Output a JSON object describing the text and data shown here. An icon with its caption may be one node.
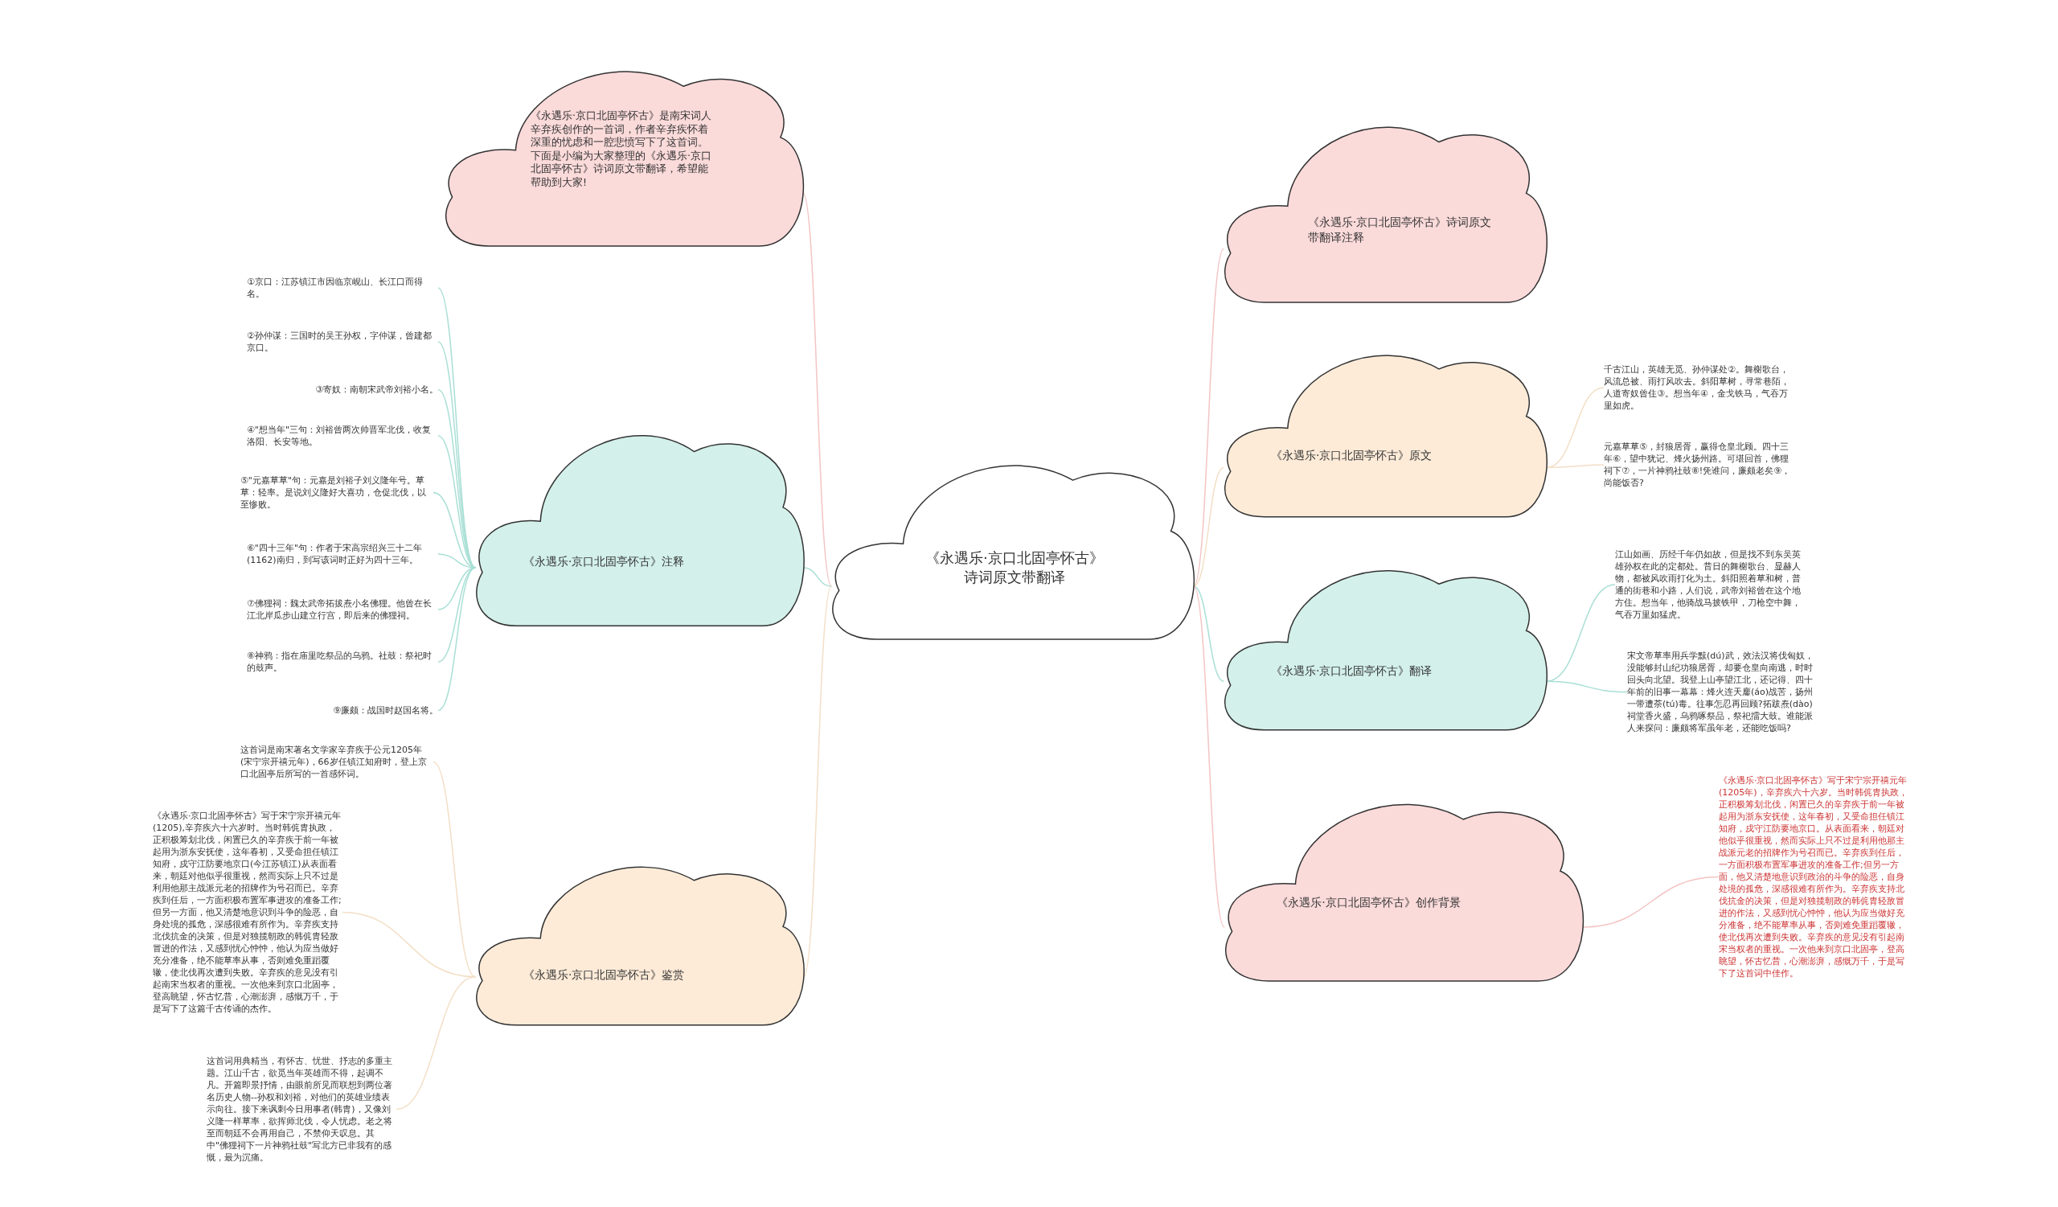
{
  "diagram": {
    "nodes": [
      {
        "text": [
          "《永遇乐·京口北固亭怀古》诗词原文带翻译"
        ]
      },
      {
        "text": [
          "《永遇乐·京口北固亭怀古》是南宋词人辛弃疾创作的一首词，作者辛弃疾怀着深重的忧虑和一腔悲愤写下了这首词。下面是小编为大家整理的《永遇乐·京口北固亭怀古》诗词原文带翻译，希望能帮助到大家!"
        ]
      },
      {
        "text": [
          "《永遇乐·京口北固亭怀古》注释"
        ]
      },
      {
        "text": [
          "①京口：江苏镇江市因临京岘山、长江口而得名。"
        ]
      },
      {
        "text": [
          "②孙仲谋：三国时的吴王孙权，字仲谋，曾建都京口。"
        ]
      },
      {
        "text": [
          "③寄奴：南朝宋武帝刘裕小名。"
        ]
      },
      {
        "text": [
          "④\"想当年\"三句：刘裕曾两次帅晋军北伐，收复洛阳、长安等地。"
        ]
      },
      {
        "text": [
          "⑤\"元嘉草草\"句：元嘉是刘裕子刘义隆年号。草草：轻率。是说刘义隆好大喜功，仓促北伐，以至惨败。"
        ]
      },
      {
        "text": [
          "⑥\"四十三年\"句：作者于宋高宗绍兴三十二年(1162)南归，到写该词时正好为四十三年。"
        ]
      },
      {
        "text": [
          "⑦佛狸祠：魏太武帝拓拔焘小名佛狸。他曾在长江北岸瓜步山建立行宫，即后来的佛狸祠。"
        ]
      },
      {
        "text": [
          "⑧神鸦：指在庙里吃祭品的乌鸦。社鼓：祭祀时的鼓声。"
        ]
      },
      {
        "text": [
          "⑨廉颇：战国时赵国名将。"
        ]
      },
      {
        "text": [
          "《永遇乐·京口北固亭怀古》鉴赏"
        ]
      },
      {
        "text": [
          "这首词是南宋著名文学家辛弃疾于公元1205年(宋宁宗开禧元年)，66岁任镇江知府时，登上京口北固亭后所写的一首感怀词。"
        ]
      },
      {
        "text": [
          "《永遇乐·京口北固亭怀古》写于宋宁宗开禧元年(1205),辛弃疾六十六岁时。当时韩侂胄执政，正积极筹划北伐，闲置已久的辛弃疾于前一年被起用为浙东安抚使，这年春初，又受命担任镇江知府，戍守江防要地京口(今江苏镇江)从表面看来，朝廷对他似乎很重视，然而实际上只不过是利用他那主战派元老的招牌作为号召而已。辛弃疾到任后，一方面积极布置军事进攻的准备工作;但另一方面，他又清楚地意识到斗争的险恶，自身处境的孤危，深感很难有所作为。辛弃疾支持北伐抗金的决策，但是对独揽朝政的韩侂胄轻敌冒进的作法，又感到忧心忡忡，他认为应当做好充分准备，绝不能草率从事，否则难免重蹈覆辙，使北伐再次遭到失败。辛弃疾的意见没有引起南宋当权者的重视。一次他来到京口北固亭，登高眺望，怀古忆昔，心潮澎湃，感慨万千，于是写下了这篇千古传诵的杰作。"
        ]
      },
      {
        "text": [
          "这首词用典精当，有怀古、忧世、抒志的多重主题。江山千古，欲觅当年英雄而不得，起调不凡。开篇即景抒情，由眼前所见而联想到两位著名历史人物--孙权和刘裕，对他们的英雄业绩表示向往。接下来讽刺今日用事者(韩胄)，又像刘义隆一样草率，欲挥师北伐，令人忧虑。老之将至而朝廷不会再用自己，不禁仰天叹息。其中\"佛狸祠下一片神鸦社鼓\"写北方已非我有的感慨，最为沉痛。"
        ]
      },
      {
        "text": [
          "《永遇乐·京口北固亭怀古》诗词原文带翻译注释"
        ]
      },
      {
        "text": [
          "《永遇乐·京口北固亭怀古》原文"
        ]
      },
      {
        "text": [
          "千古江山，英雄无觅、孙仲谋处②。舞榭歌台，风流总被、雨打风吹去。斜阳草树，寻常巷陌，人道寄奴曾住③。想当年④，金戈铁马，气吞万里如虎。"
        ]
      },
      {
        "text": [
          "元嘉草草⑤，封狼居胥，赢得仓皇北顾。四十三年⑥，望中犹记、烽火扬州路。可堪回首，佛狸祠下⑦，一片神鸦社鼓⑧!凭谁问，廉颇老矣⑨，尚能饭否?"
        ]
      },
      {
        "text": [
          "《永遇乐·京口北固亭怀古》翻译"
        ]
      },
      {
        "text": [
          "江山如画、历经千年仍如故，但是找不到东吴英雄孙权在此的定都处。昔日的舞榭歌台、显赫人物，都被风吹雨打化为土。斜阳照着草和树，普通的街巷和小路，人们说，武帝刘裕曾在这个地方住。想当年，他骑战马披铁甲，刀枪空中舞，气吞万里如猛虎。"
        ]
      },
      {
        "text": [
          "宋文帝草率用兵学黩(dú)武，效法汉将伐匈奴，没能够封山纪功狼居胥，却要仓皇向南逃，时时回头向北望。我登上山亭望江北，还记得、四十年前的旧事一幕幕：烽火连天鏖(áo)战苦，扬州一带遭荼(tú)毒。往事怎忍再回顾?拓跋焘(dào)祠堂香火盛，乌鸦啄祭品，祭祀擂大鼓。谁能派人来探问：廉颇将军虽年老，还能吃饭吗?"
        ]
      },
      {
        "text": [
          "《永遇乐·京口北固亭怀古》创作背景"
        ]
      },
      {
        "text": [
          "《永遇乐·京口北固亭怀古》写于宋宁宗开禧元年(1205年)，辛弃疾六十六岁。当时韩侂胄执政，正积极筹划北伐，闲置已久的辛弃疾于前一年被起用为浙东安抚使，这年春初，又受命担任镇江知府，戍守江防要地京口。从表面看来，朝廷对他似乎很重视，然而实际上只不过是利用他那主战派元老的招牌作为号召而已。辛弃疾到任后，一方面积极布置军事进攻的准备工作;但另一方面，他又清楚地意识到政治的斗争的险恶，自身处境的孤危，深感很难有所作为。辛弃疾支持北伐抗金的决策，但是对独揽朝政的韩侂胄轻敌冒进的作法，又感到忧心忡忡，他认为应当做好充分准备，绝不能草率从事，否则难免重蹈覆辙，使北伐再次遭到失败。辛弃疾的意见没有引起南宋当权者的重视。一次他来到京口北固亭，登高眺望，怀古忆昔，心潮澎湃，感慨万千，于是写下了这首词中佳作。"
        ]
      }
    ],
    "edges": [
      {
        "from": 0,
        "to": 1,
        "arrow": "none",
        "color": "#f4c4c4"
      },
      {
        "from": 0,
        "to": 2,
        "arrow": "none",
        "color": "#a9dfd5"
      },
      {
        "from": 0,
        "to": 12,
        "arrow": "none",
        "color": "#f3dfc6"
      },
      {
        "from": 0,
        "to": 16,
        "arrow": "none",
        "color": "#f4c4c4"
      },
      {
        "from": 0,
        "to": 17,
        "arrow": "none",
        "color": "#f3dfc6"
      },
      {
        "from": 0,
        "to": 20,
        "arrow": "none",
        "color": "#a9dfd5"
      },
      {
        "from": 0,
        "to": 23,
        "arrow": "none",
        "color": "#f4c4c4"
      },
      {
        "from": 2,
        "to": 3,
        "arrow": "none",
        "color": "#a9dfd5"
      },
      {
        "from": 2,
        "to": 4,
        "arrow": "none",
        "color": "#a9dfd5"
      },
      {
        "from": 2,
        "to": 5,
        "arrow": "none",
        "color": "#a9dfd5"
      },
      {
        "from": 2,
        "to": 6,
        "arrow": "none",
        "color": "#a9dfd5"
      },
      {
        "from": 2,
        "to": 7,
        "arrow": "none",
        "color": "#a9dfd5"
      },
      {
        "from": 2,
        "to": 8,
        "arrow": "none",
        "color": "#a9dfd5"
      },
      {
        "from": 2,
        "to": 9,
        "arrow": "none",
        "color": "#a9dfd5"
      },
      {
        "from": 2,
        "to": 10,
        "arrow": "none",
        "color": "#a9dfd5"
      },
      {
        "from": 2,
        "to": 11,
        "arrow": "none",
        "color": "#a9dfd5"
      },
      {
        "from": 12,
        "to": 13,
        "arrow": "none",
        "color": "#f3dfc6"
      },
      {
        "from": 12,
        "to": 14,
        "arrow": "none",
        "color": "#f3dfc6"
      },
      {
        "from": 12,
        "to": 15,
        "arrow": "none",
        "color": "#f3dfc6"
      },
      {
        "from": 17,
        "to": 18,
        "arrow": "none",
        "color": "#f3dfc6"
      },
      {
        "from": 17,
        "to": 19,
        "arrow": "none",
        "color": "#f3dfc6"
      },
      {
        "from": 20,
        "to": 21,
        "arrow": "none",
        "color": "#a9dfd5"
      },
      {
        "from": 20,
        "to": 22,
        "arrow": "none",
        "color": "#a9dfd5"
      },
      {
        "from": 23,
        "to": 24,
        "arrow": "none",
        "color": "#f4c4c4"
      }
    ]
  }
}
